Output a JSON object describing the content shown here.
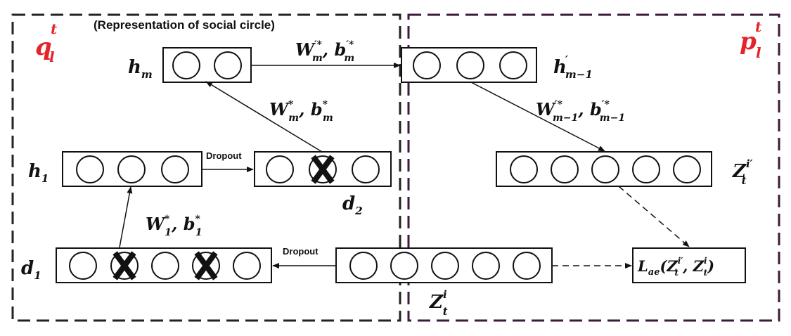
{
  "encoder": {
    "panel_label": "q",
    "panel_label_sup": "t",
    "panel_label_sub": "l",
    "caption": "(Representation of social circle)"
  },
  "decoder": {
    "panel_label": "p",
    "panel_label_sup": "t",
    "panel_label_sub": "l"
  },
  "layers": {
    "hm": {
      "base": "h",
      "sub": "m"
    },
    "h1": {
      "base": "h",
      "sub": "1"
    },
    "d2": {
      "base": "d",
      "sub": "2"
    },
    "d1": {
      "base": "d",
      "sub": "1"
    },
    "hm1": {
      "base": "h",
      "sup": "′",
      "sub": "m−1"
    },
    "zprime": {
      "base": "Z",
      "sup": "i′",
      "sub": "t"
    },
    "z": {
      "base": "Z",
      "sup": "i",
      "sub": "t"
    }
  },
  "edges": {
    "w1": {
      "w": "W",
      "w_sup": "*",
      "w_sub": "1",
      "sep": ", ",
      "b": "b",
      "b_sup": "*",
      "b_sub": "1"
    },
    "wm": {
      "w": "W",
      "w_sup": "*",
      "w_sub": "m",
      "sep": ", ",
      "b": "b",
      "b_sup": "*",
      "b_sub": "m"
    },
    "wm_prime": {
      "w": "W",
      "w_sup": "′*",
      "w_sub": "m",
      "sep": ", ",
      "b": "b",
      "b_sup": "′*",
      "b_sub": "m"
    },
    "wm1_prime": {
      "w": "W",
      "w_sup": "′*",
      "w_sub": "m−1",
      "sep": ", ",
      "b": "b",
      "b_sup": "′*",
      "b_sub": "m−1"
    },
    "dropout_top": "Dropout",
    "dropout_bottom": "Dropout"
  },
  "loss": {
    "name": "L",
    "name_sub": "ae",
    "open": "(",
    "arg1": "Z",
    "arg1_sup": "i′",
    "arg1_sub": "t",
    "sep": ", ",
    "arg2": "Z",
    "arg2_sup": "i",
    "arg2_sub": "t",
    "close": ")"
  },
  "colors": {
    "encoder_border": "#222222",
    "decoder_border": "#3d1a3a",
    "panel_label": "#e3242b",
    "lines": "#111111"
  }
}
